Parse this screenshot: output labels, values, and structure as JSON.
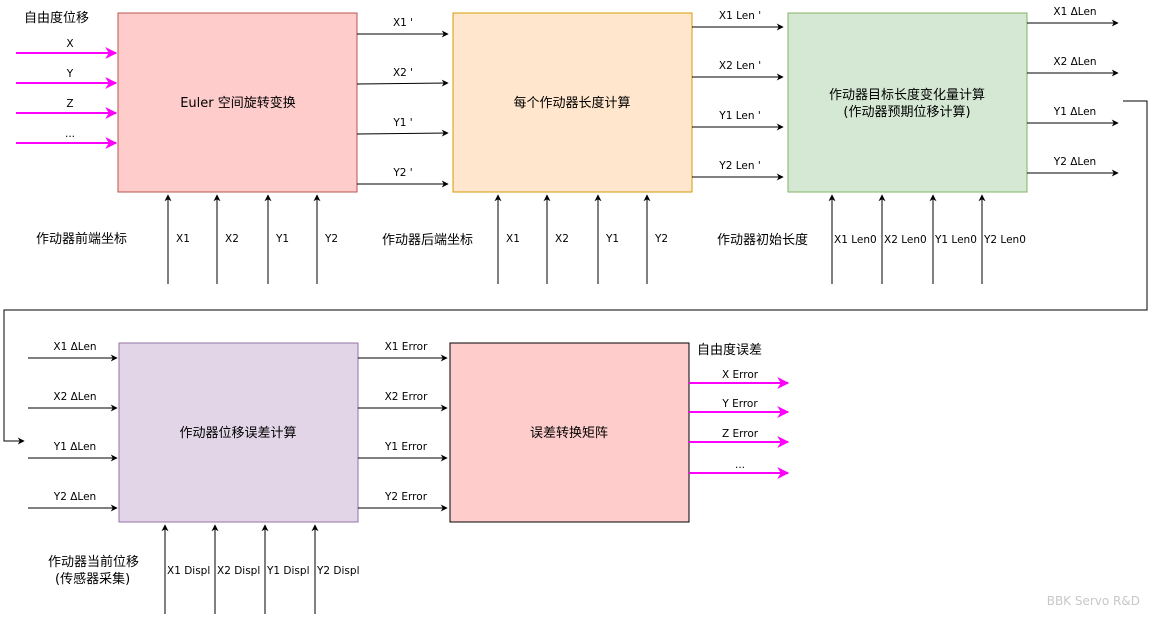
{
  "colors": {
    "magenta_arrow": "#ff00ff",
    "black_arrow": "#000000",
    "euler_fill": "#ffcccc",
    "length_fill": "#ffe6cc",
    "target_fill": "#d5e8d4",
    "error_fill": "#e1d5e7",
    "matrix_fill": "#ffcccc"
  },
  "left_titles": {
    "dof_in": "自由度位移",
    "front_coords": "作动器前端坐标",
    "rear_coords": "作动器后端坐标",
    "init_len": "作动器初始长度",
    "current_disp_1": "作动器当前位移",
    "current_disp_2": "(传感器采集)",
    "dof_error": "自由度误差"
  },
  "boxes": {
    "euler": "Euler 空间旋转变换",
    "length": "每个作动器长度计算",
    "target_1": "作动器目标长度变化量计算",
    "target_2": "(作动器预期位移计算)",
    "error": "作动器位移误差计算",
    "matrix": "误差转换矩阵"
  },
  "signals": {
    "dof_in": [
      "X",
      "Y",
      "Z",
      "..."
    ],
    "euler_out": [
      "X1 '",
      "X2 '",
      "Y1 '",
      "Y2 '"
    ],
    "front_in": [
      "X1",
      "X2",
      "Y1",
      "Y2"
    ],
    "length_out": [
      "X1 Len '",
      "X2 Len '",
      "Y1 Len '",
      "Y2 Len '"
    ],
    "rear_in": [
      "X1",
      "X2",
      "Y1",
      "Y2"
    ],
    "target_out": [
      "X1 ΔLen",
      "X2 ΔLen",
      "Y1 ΔLen",
      "Y2 ΔLen"
    ],
    "len0_in": [
      "X1 Len0",
      "X2 Len0",
      "Y1 Len0",
      "Y2 Len0"
    ],
    "error_in": [
      "X1 ΔLen",
      "X2 ΔLen",
      "Y1 ΔLen",
      "Y2 ΔLen"
    ],
    "error_out": [
      "X1 Error",
      "X2 Error",
      "Y1 Error",
      "Y2 Error"
    ],
    "disp_in": [
      "X1 Displ",
      "X2 Displ",
      "Y1 Displ",
      "Y2 Displ"
    ],
    "dof_error_out": [
      "X  Error",
      "Y Error",
      "Z  Error",
      "..."
    ]
  },
  "watermark": "BBK Servo R&D"
}
